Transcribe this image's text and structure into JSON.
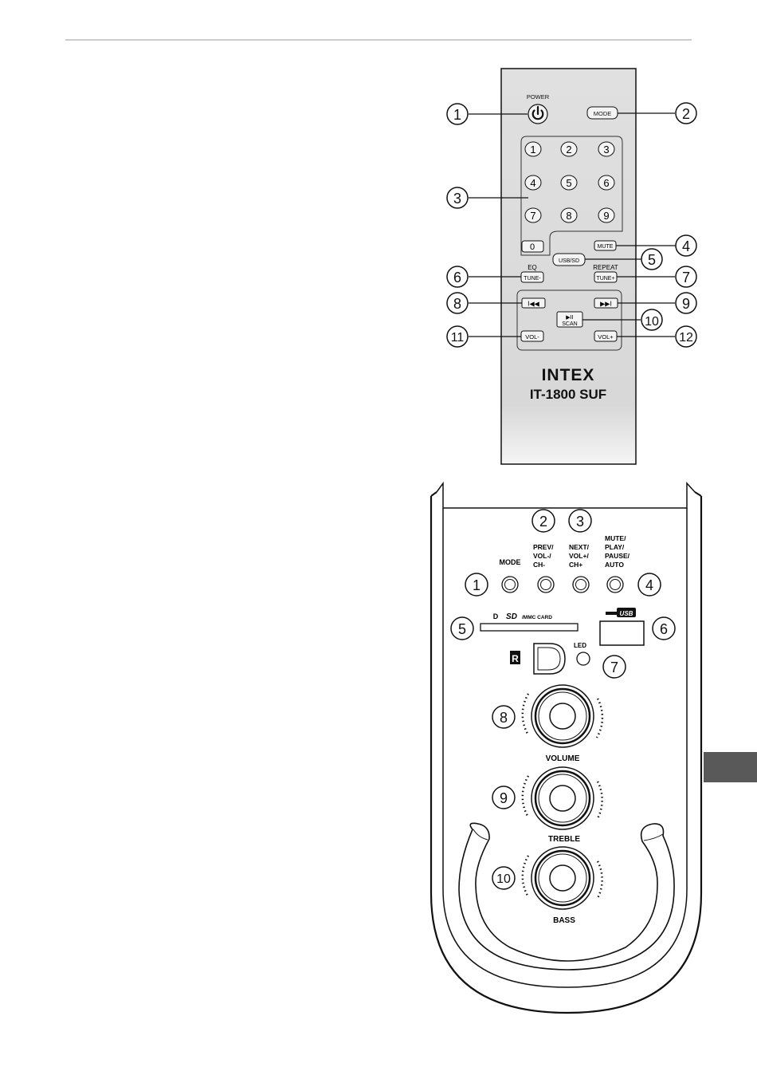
{
  "remote": {
    "labels": {
      "power": "POWER",
      "mode": "MODE",
      "mute": "MUTE",
      "usb_sd": "USB/SD",
      "eq": "EQ",
      "tune_minus": "TUNE-",
      "repeat": "REPEAT",
      "tune_plus": "TUNE+",
      "prev_glyph": "I◀◀",
      "next_glyph": "▶▶I",
      "scan_glyph": "▶II",
      "scan": "SCAN",
      "vol_minus": "VOL-",
      "vol_plus": "VOL+",
      "brand": "INTEX",
      "model": "IT-1800 SUF"
    },
    "keypad": [
      "1",
      "2",
      "3",
      "4",
      "5",
      "6",
      "7",
      "8",
      "9"
    ],
    "zero": "0",
    "callouts": [
      "1",
      "2",
      "3",
      "4",
      "5",
      "6",
      "7",
      "8",
      "9",
      "10",
      "11",
      "12"
    ]
  },
  "panel": {
    "labels": {
      "mode": "MODE",
      "prev": [
        "PREV/",
        "VOL-/",
        "CH-"
      ],
      "next": [
        "NEXT/",
        "VOL+/",
        "CH+"
      ],
      "mute": [
        "MUTE/",
        "PLAY/",
        "PAUSE/",
        "AUTO"
      ],
      "sd_prefix": "D",
      "sd_logo": "SD",
      "sd_suffix": "/MMC CARD",
      "usb": "USB",
      "ir": "R",
      "led": "LED",
      "volume": "VOLUME",
      "treble": "TREBLE",
      "bass": "BASS"
    },
    "callouts": [
      "1",
      "2",
      "3",
      "4",
      "5",
      "6",
      "7",
      "8",
      "9",
      "10"
    ]
  },
  "colors": {
    "line": "#1a1a1a",
    "remote_body": "#dcdcdc",
    "page_tab": "#595959"
  }
}
